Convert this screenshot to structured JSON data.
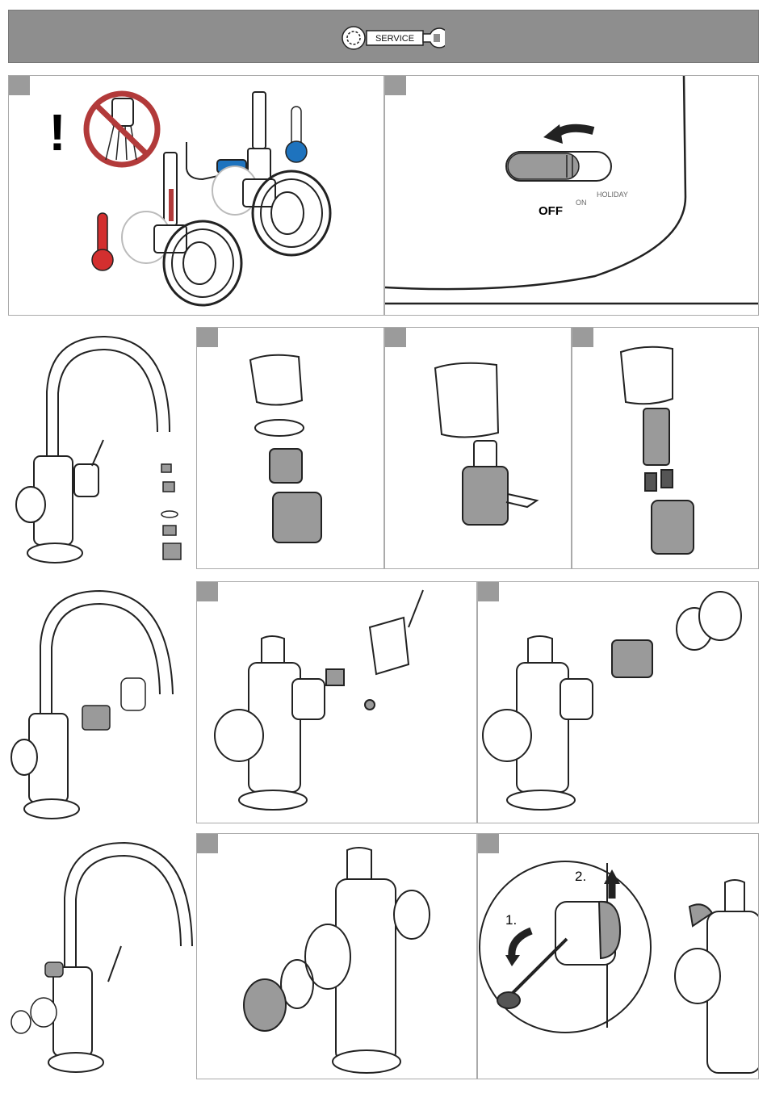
{
  "header": {
    "service_label": "SERVICE"
  },
  "switch": {
    "off_label": "OFF",
    "on_label": "ON",
    "holiday_label": "HOLIDAY"
  },
  "callouts": {
    "warning_mark": "!",
    "step_one": "1.",
    "step_two": "2."
  },
  "colors": {
    "header": "#8e8e8e",
    "hot": "#d32f2f",
    "cold": "#1e73be",
    "tag": "#9b9b9b",
    "part": "#9a9a9a"
  }
}
